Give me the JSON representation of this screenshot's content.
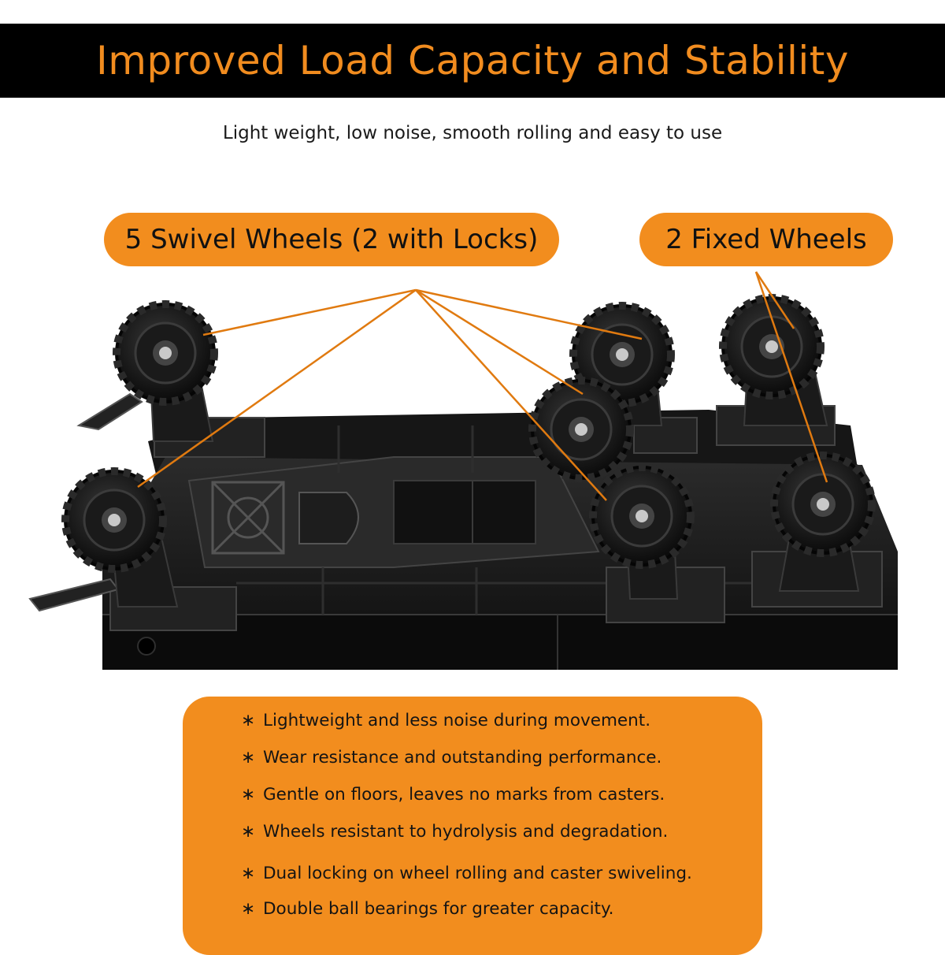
{
  "title": "Improved Load Capacity and Stability",
  "subtitle": "Light weight, low noise, smooth rolling and easy to use",
  "callouts": {
    "swivel": "5 Swivel Wheels (2 with Locks)",
    "fixed": "2 Fixed Wheels"
  },
  "features": {
    "bullet": "∗",
    "items": [
      "Lightweight and less noise during movement.",
      "Wear resistance and outstanding performance.",
      "Gentle on floors, leaves no marks from casters.",
      "Wheels resistant to hydrolysis and degradation.",
      "Dual locking on wheel rolling and caster swiveling.",
      "Double ball bearings for greater capacity."
    ]
  },
  "colors": {
    "accent": "#f28d1e",
    "title_text": "#f18c1f",
    "title_bar": "#000000",
    "leader_line": "#e07a10",
    "product_body": "#1c1c1c"
  }
}
